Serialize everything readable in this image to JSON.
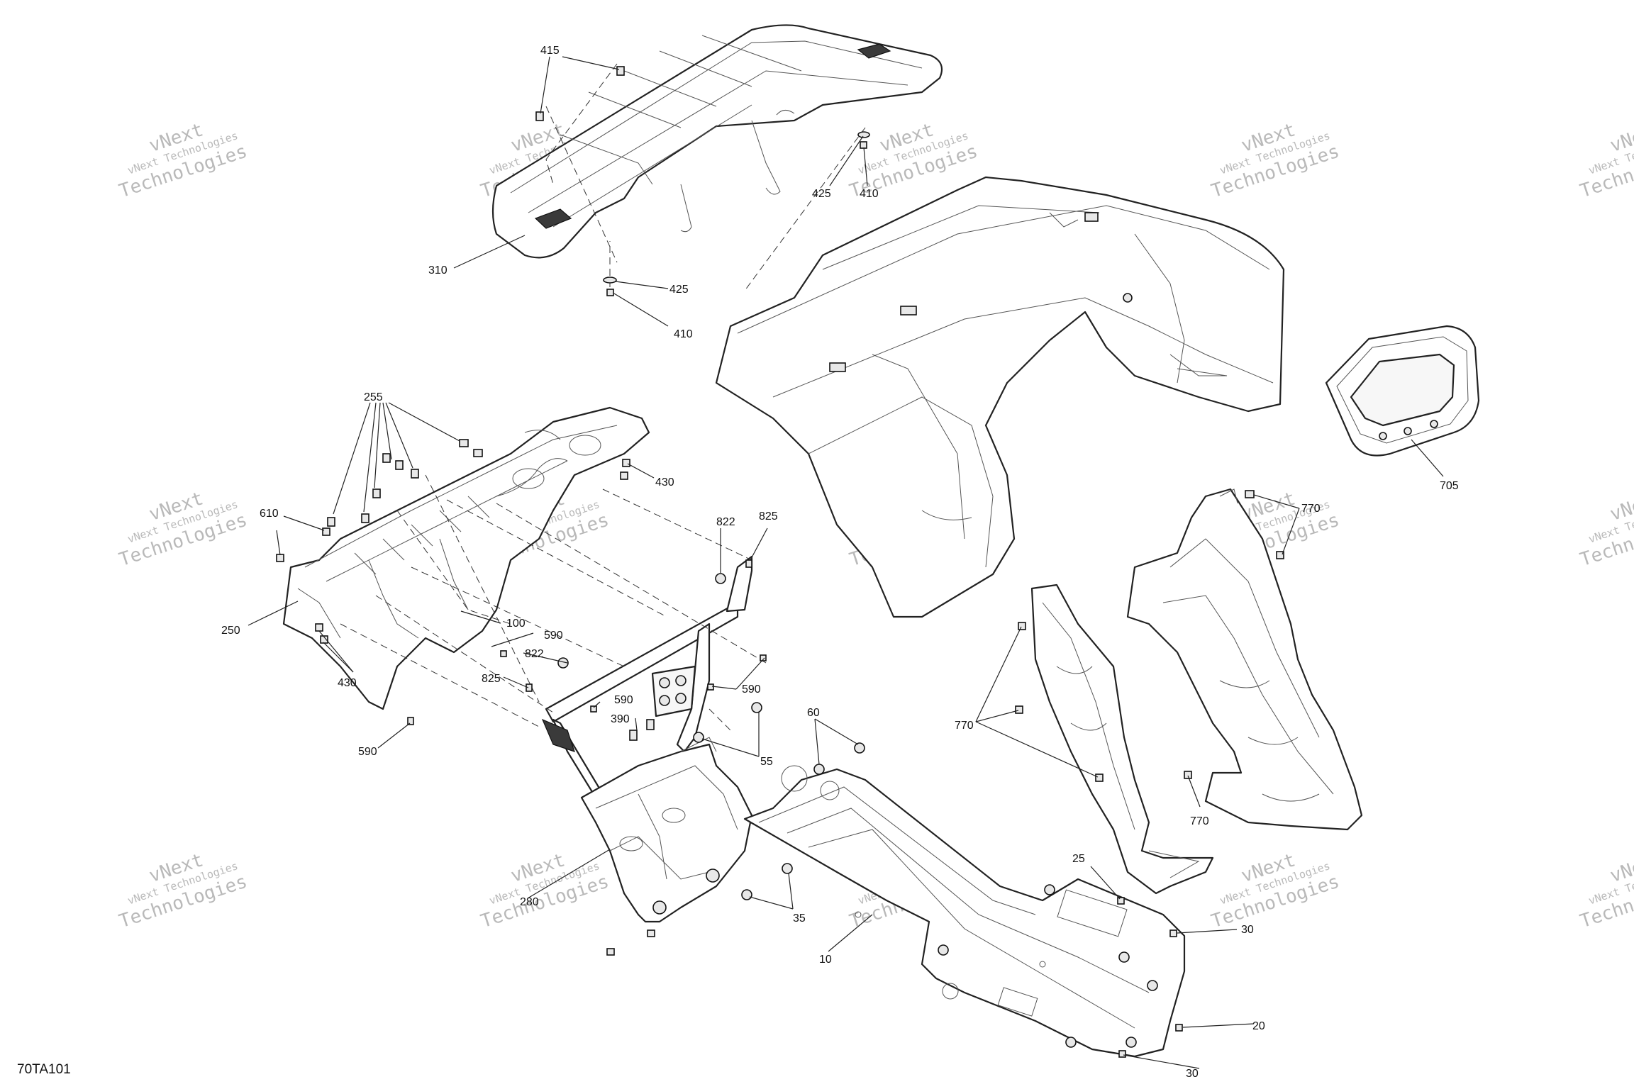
{
  "drawing_code": "70TA101",
  "watermark": {
    "line1": "vNext",
    "line2": "vNext Technologies",
    "line3": "Technologies"
  },
  "callouts": {
    "c415": "415",
    "c425_top": "425",
    "c410_top": "410",
    "c310": "310",
    "c425_mid": "425",
    "c410_mid": "410",
    "c255": "255",
    "c430_top": "430",
    "c610": "610",
    "c250": "250",
    "c430_bot": "430",
    "c590_bot": "590",
    "c100": "100",
    "c590_a": "590",
    "c822_a": "822",
    "c825_a": "825",
    "c822_b": "822",
    "c825_b": "825",
    "c590_b": "590",
    "c590_c": "590",
    "c390": "390",
    "c55": "55",
    "c60": "60",
    "c280": "280",
    "c35": "35",
    "c10": "10",
    "c25": "25",
    "c30_a": "30",
    "c20": "20",
    "c30_b": "30",
    "c705": "705",
    "c770_a": "770",
    "c770_b": "770",
    "c770_c": "770"
  }
}
